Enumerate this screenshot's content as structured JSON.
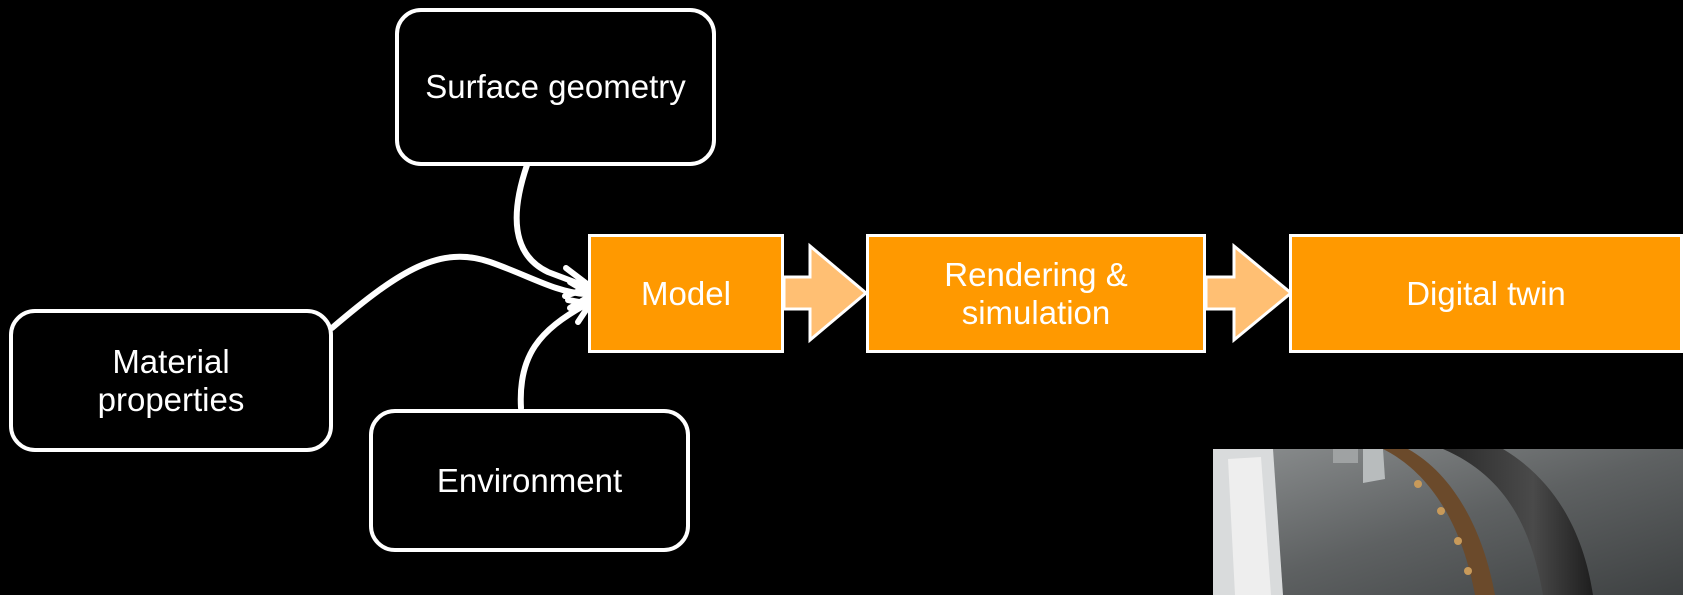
{
  "colors": {
    "background": "#000000",
    "process_fill": "#ff9900",
    "stroke": "#ffffff",
    "arrow_fill": "#ffbf73"
  },
  "inputs": {
    "surface_geometry": "Surface geometry",
    "material_properties": "Material\nproperties",
    "environment": "Environment"
  },
  "pipeline": {
    "model": "Model",
    "rendering": "Rendering &\nsimulation",
    "digital_twin": "Digital twin"
  }
}
